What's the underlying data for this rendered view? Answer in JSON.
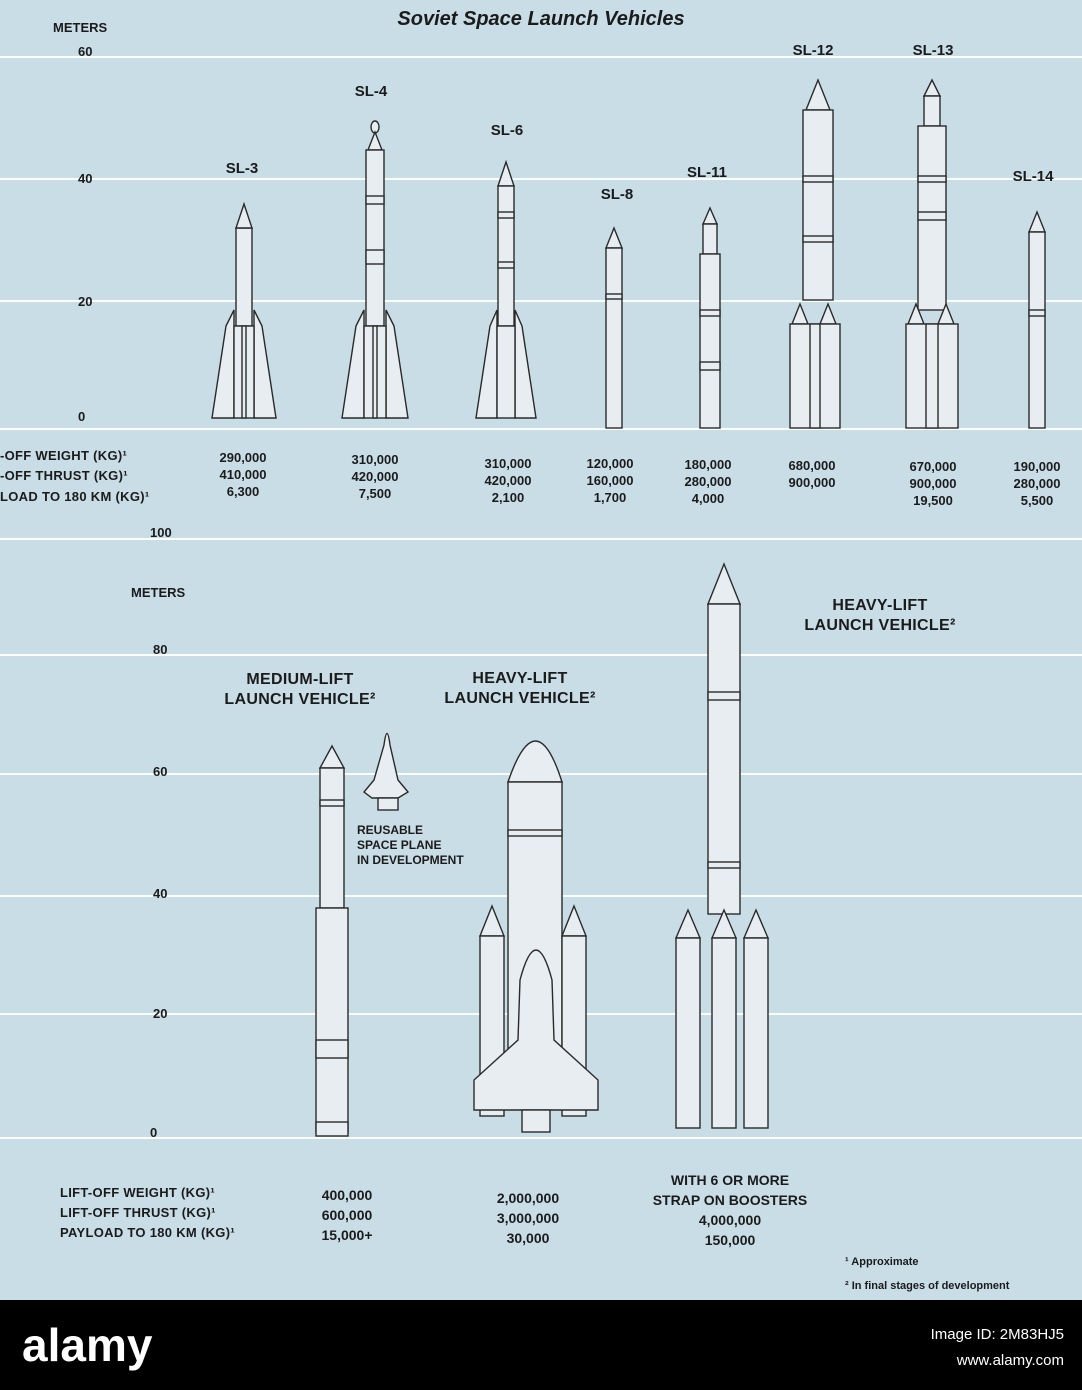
{
  "title": "Soviet Space Launch Vehicles",
  "top_chart": {
    "axis_unit": "METERS",
    "ticks": [
      "60",
      "40",
      "20",
      "0"
    ],
    "row_labels": [
      "-OFF WEIGHT (KG)¹",
      "-OFF THRUST (KG)¹",
      "LOAD TO 180 KM (KG)¹"
    ],
    "vehicles": [
      {
        "name": "SL-3",
        "weight": "290,000",
        "thrust": "410,000",
        "payload": "6,300"
      },
      {
        "name": "SL-4",
        "weight": "310,000",
        "thrust": "420,000",
        "payload": "7,500"
      },
      {
        "name": "SL-6",
        "weight": "310,000",
        "thrust": "420,000",
        "payload": "2,100"
      },
      {
        "name": "SL-8",
        "weight": "120,000",
        "thrust": "160,000",
        "payload": "1,700"
      },
      {
        "name": "SL-11",
        "weight": "180,000",
        "thrust": "280,000",
        "payload": "4,000"
      },
      {
        "name": "SL-12",
        "weight": "680,000",
        "thrust": "900,000",
        "payload": ""
      },
      {
        "name": "SL-13",
        "weight": "670,000",
        "thrust": "900,000",
        "payload": "19,500"
      },
      {
        "name": "SL-14",
        "weight": "190,000",
        "thrust": "280,000",
        "payload": "5,500"
      }
    ]
  },
  "bottom_chart": {
    "axis_unit": "METERS",
    "ticks": [
      "100",
      "80",
      "60",
      "40",
      "20",
      "0"
    ],
    "row_labels": [
      "LIFT-OFF WEIGHT (KG)¹",
      "LIFT-OFF THRUST (KG)¹",
      "PAYLOAD TO 180 KM (KG)¹"
    ],
    "medium": {
      "label_1": "MEDIUM-LIFT",
      "label_2": "LAUNCH VEHICLE²",
      "weight": "400,000",
      "thrust": "600,000",
      "payload": "15,000+"
    },
    "space_plane": [
      "REUSABLE",
      "SPACE PLANE",
      "IN DEVELOPMENT"
    ],
    "shuttle": {
      "label_1": "HEAVY-LIFT",
      "label_2": "LAUNCH VEHICLE²",
      "weight": "2,000,000",
      "thrust": "3,000,000",
      "payload": "30,000"
    },
    "heavy": {
      "label_1": "HEAVY-LIFT",
      "label_2": "LAUNCH VEHICLE²",
      "note_1": "WITH 6 OR MORE",
      "note_2": "STRAP ON BOOSTERS",
      "thrust": "4,000,000",
      "payload": "150,000"
    }
  },
  "footnotes": [
    "¹ Approximate",
    "² In final stages of development"
  ],
  "watermark": "alamy",
  "stock": {
    "logo": "alamy",
    "id": "Image ID: 2M83HJ5",
    "url": "www.alamy.com"
  }
}
